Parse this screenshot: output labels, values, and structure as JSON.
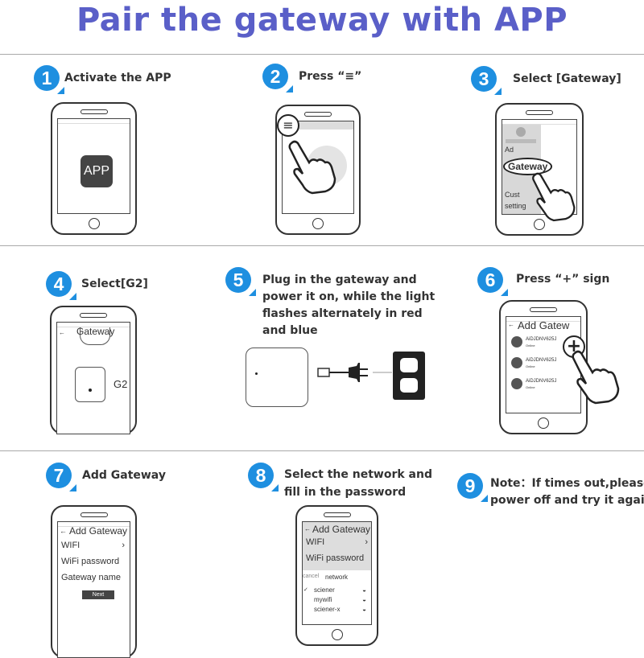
{
  "title": "Pair the gateway with APP",
  "colors": {
    "title": "#5a5fc8",
    "badge": "#1e8fe0"
  },
  "steps": [
    {
      "number": "1",
      "text": "Activate the APP",
      "screen": {
        "app_icon": "APP"
      }
    },
    {
      "number": "2",
      "text": "Press “≡”",
      "screen": {
        "icon": "menu-icon"
      }
    },
    {
      "number": "3",
      "text": "Select [Gateway]",
      "screen": {
        "items": [
          "Ad",
          "Gateway",
          "Cust",
          "setting"
        ]
      }
    },
    {
      "number": "4",
      "text": "Select[G2]",
      "screen": {
        "header": "Gateway",
        "device": "G2"
      }
    },
    {
      "number": "5",
      "text_lines": [
        "Plug in the gateway and",
        "power it on, while the light",
        "flashes alternately in red",
        "and blue"
      ]
    },
    {
      "number": "6",
      "text": "Press “+” sign",
      "screen": {
        "header": "Add Gatew",
        "devices": [
          {
            "name": "AiDJDNV625J",
            "status": "Online"
          },
          {
            "name": "AiDJDNV625J",
            "status": "Online"
          },
          {
            "name": "AiDJDNV625J",
            "status": "Online"
          }
        ],
        "button": "+"
      }
    },
    {
      "number": "7",
      "text": "Add Gateway",
      "screen": {
        "header": "Add Gateway",
        "fields": [
          "WIFI",
          "WiFi password",
          "Gateway name"
        ],
        "button": "Next"
      }
    },
    {
      "number": "8",
      "text_lines": [
        "Select the network and",
        "fill in the password"
      ],
      "screen": {
        "header": "Add Gateway",
        "fields": [
          "WIFI",
          "WiFi password"
        ],
        "cancel": "cancel",
        "picker_title": "network",
        "networks": [
          "sciener",
          "mywifi",
          "sciener-x"
        ]
      }
    },
    {
      "number": "9",
      "text_lines": [
        "Note：If times out,please",
        "power off and try it again."
      ]
    }
  ]
}
